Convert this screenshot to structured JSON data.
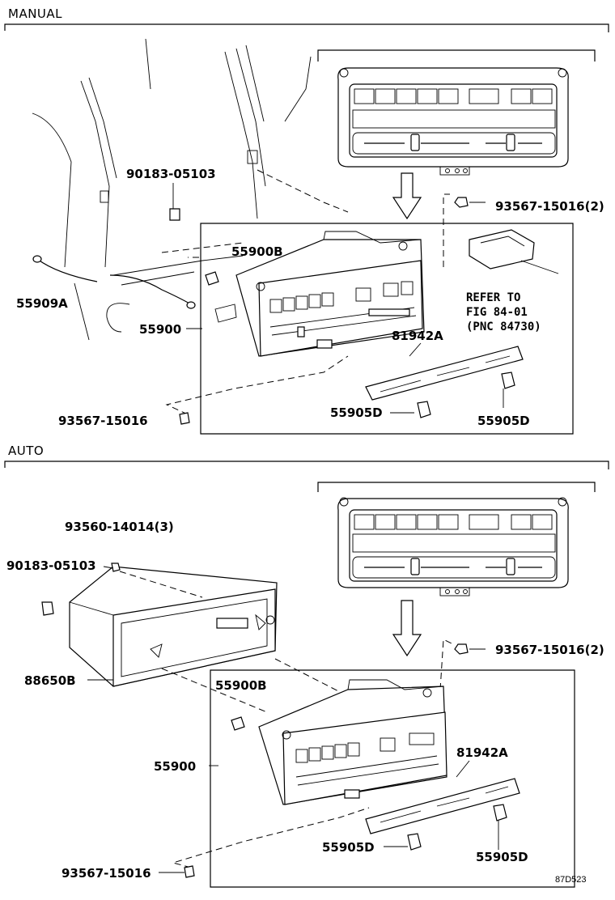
{
  "sections": {
    "manual": "MANUAL",
    "auto": "AUTO"
  },
  "manual": {
    "labels": {
      "p90183": "90183-05103",
      "p93567_2": "93567-15016(2)",
      "p55900b": "55900B",
      "p55909a": "55909A",
      "p55900": "55900",
      "p81942a": "81942A",
      "p93567": "93567-15016",
      "p55905d_left": "55905D",
      "p55905d_right": "55905D"
    },
    "refer": [
      "REFER TO",
      "FIG 84-01",
      "(PNC 84730)"
    ]
  },
  "auto": {
    "labels": {
      "p93560": "93560-14014(3)",
      "p90183": "90183-05103",
      "p88650b": "88650B",
      "p93567_2": "93567-15016(2)",
      "p55900b": "55900B",
      "p55900": "55900",
      "p81942a": "81942A",
      "p55905d_left": "55905D",
      "p55905d_right": "55905D",
      "p93567": "93567-15016"
    }
  },
  "footer_code": "87D523"
}
